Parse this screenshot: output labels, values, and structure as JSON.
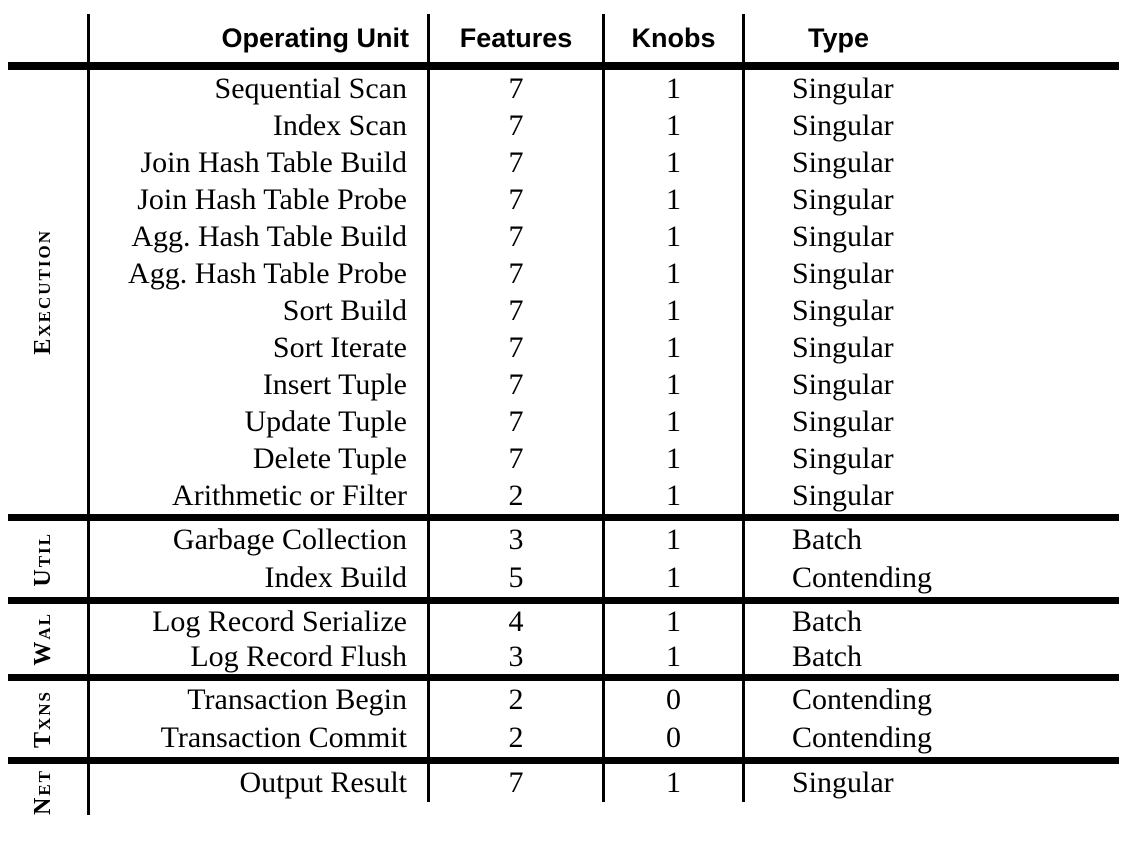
{
  "colors": {
    "text": "#000000",
    "background": "#ffffff",
    "rule": "#000000"
  },
  "table": {
    "header": {
      "operating_unit": "Operating Unit",
      "features": "Features",
      "knobs": "Knobs",
      "type": "Type"
    },
    "groups": [
      {
        "label": "Execution",
        "rows": [
          [
            "Sequential Scan",
            "7",
            "1",
            "Singular"
          ],
          [
            "Index Scan",
            "7",
            "1",
            "Singular"
          ],
          [
            "Join Hash Table Build",
            "7",
            "1",
            "Singular"
          ],
          [
            "Join Hash Table Probe",
            "7",
            "1",
            "Singular"
          ],
          [
            "Agg. Hash Table Build",
            "7",
            "1",
            "Singular"
          ],
          [
            "Agg. Hash Table Probe",
            "7",
            "1",
            "Singular"
          ],
          [
            "Sort Build",
            "7",
            "1",
            "Singular"
          ],
          [
            "Sort Iterate",
            "7",
            "1",
            "Singular"
          ],
          [
            "Insert Tuple",
            "7",
            "1",
            "Singular"
          ],
          [
            "Update Tuple",
            "7",
            "1",
            "Singular"
          ],
          [
            "Delete Tuple",
            "7",
            "1",
            "Singular"
          ],
          [
            "Arithmetic or Filter",
            "2",
            "1",
            "Singular"
          ]
        ]
      },
      {
        "label": "Util",
        "rows": [
          [
            "Garbage Collection",
            "3",
            "1",
            "Batch"
          ],
          [
            "Index Build",
            "5",
            "1",
            "Contending"
          ]
        ]
      },
      {
        "label": "Wal",
        "rows": [
          [
            "Log Record Serialize",
            "4",
            "1",
            "Batch"
          ],
          [
            "Log Record Flush",
            "3",
            "1",
            "Batch"
          ]
        ]
      },
      {
        "label": "Txns",
        "rows": [
          [
            "Transaction Begin",
            "2",
            "0",
            "Contending"
          ],
          [
            "Transaction Commit",
            "2",
            "0",
            "Contending"
          ]
        ]
      },
      {
        "label": "Net",
        "rows": [
          [
            "Output Result",
            "7",
            "1",
            "Singular"
          ]
        ]
      }
    ]
  }
}
